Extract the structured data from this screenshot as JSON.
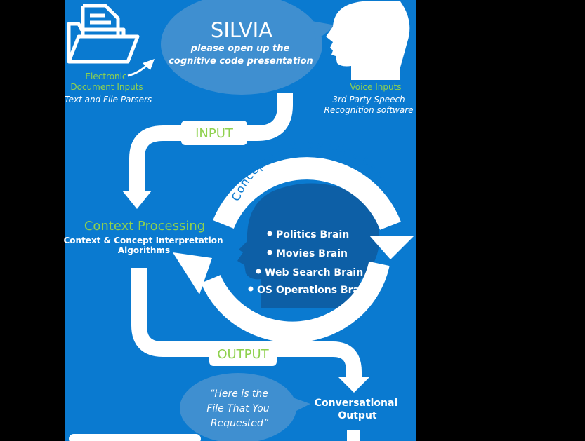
{
  "colors": {
    "page_background": "#000000",
    "panel_blue": "#0a7ad0",
    "bubble_blue": "#3f8fd0",
    "brain_blue": "#0d5fa6",
    "white": "#ffffff",
    "green_text": "#8fd14f"
  },
  "top": {
    "bubble_title": "SILVIA",
    "bubble_line1": "please open up the",
    "bubble_line2": "cognitive code presentation",
    "document_label_line1": "Electronic",
    "document_label_line2": "Document Inputs",
    "document_sub": "Text and File Parsers",
    "voice_label": "Voice Inputs",
    "voice_sub_line1": "3rd Party Speech",
    "voice_sub_line2": "Recognition software"
  },
  "flow": {
    "input_label": "INPUT",
    "output_label": "OUTPUT"
  },
  "context": {
    "title": "Context Processing",
    "sub_line1": "Context & Concept Interpretation",
    "sub_line2": "Algorithms"
  },
  "knowledge": {
    "arc_label": "Conceptual Knowledge Bases",
    "brains": [
      "Politics Brain",
      "Movies Brain",
      "Web Search Brain",
      "OS Operations Brain"
    ]
  },
  "output_section": {
    "quote_line1": "“Here is the",
    "quote_line2": "File That You",
    "quote_line3": "Requested”",
    "conv_line1": "Conversational",
    "conv_line2": "Output"
  },
  "icons": {
    "document": "document-folder-icon",
    "head": "head-silhouette-icon",
    "brain": "brain-head-icon"
  }
}
